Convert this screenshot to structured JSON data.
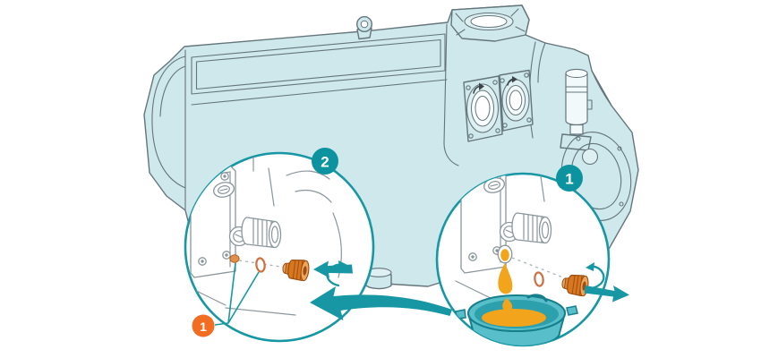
{
  "illustration": {
    "step_badges": {
      "step1": "1",
      "step2": "2"
    },
    "part_badge": "1"
  },
  "colors": {
    "machine_fill": "#cfe8ec",
    "machine_stroke": "#64757c",
    "sketch_stroke": "#8a969c",
    "accent": "#1697a3",
    "badge_teal": "#0d93a0",
    "badge_orange": "#f26d21",
    "plug": "#d9771f",
    "plug_dark": "#9c4f12",
    "oring": "#cf7040",
    "oil": "#f2a51c",
    "pan_fill": "#58bec9",
    "pan_stroke": "#157f8c",
    "pan_inner": "#2da0ae"
  }
}
